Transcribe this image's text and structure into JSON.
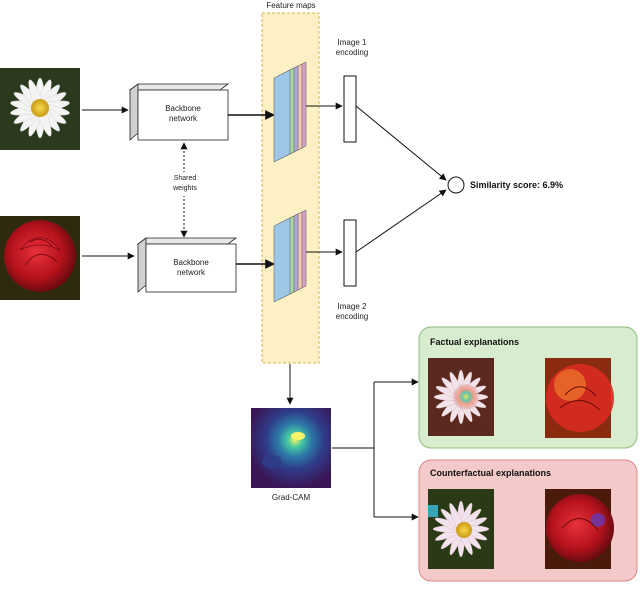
{
  "labels": {
    "feature_maps": "Feature maps",
    "backbone_top_line1": "Backbone",
    "backbone_top_line2": "network",
    "backbone_bottom_line1": "Backbone",
    "backbone_bottom_line2": "network",
    "shared_line1": "Shared",
    "shared_line2": "weights",
    "enc1_line1": "Image 1",
    "enc1_line2": "encoding",
    "enc2_line1": "Image 2",
    "enc2_line2": "encoding",
    "similarity": "Similarity score: 6.9%",
    "gradcam": "Grad-CAM",
    "factual": "Factual explanations",
    "counterfactual": "Counterfactual explanations"
  },
  "colors": {
    "feature_band_fill": "#fdf0c4",
    "feature_band_border": "#d6b24a",
    "factual_fill": "#d8ecd0",
    "factual_border": "#8fbf7a",
    "counter_fill": "#f4c9c9",
    "counter_border": "#d98a8a"
  }
}
